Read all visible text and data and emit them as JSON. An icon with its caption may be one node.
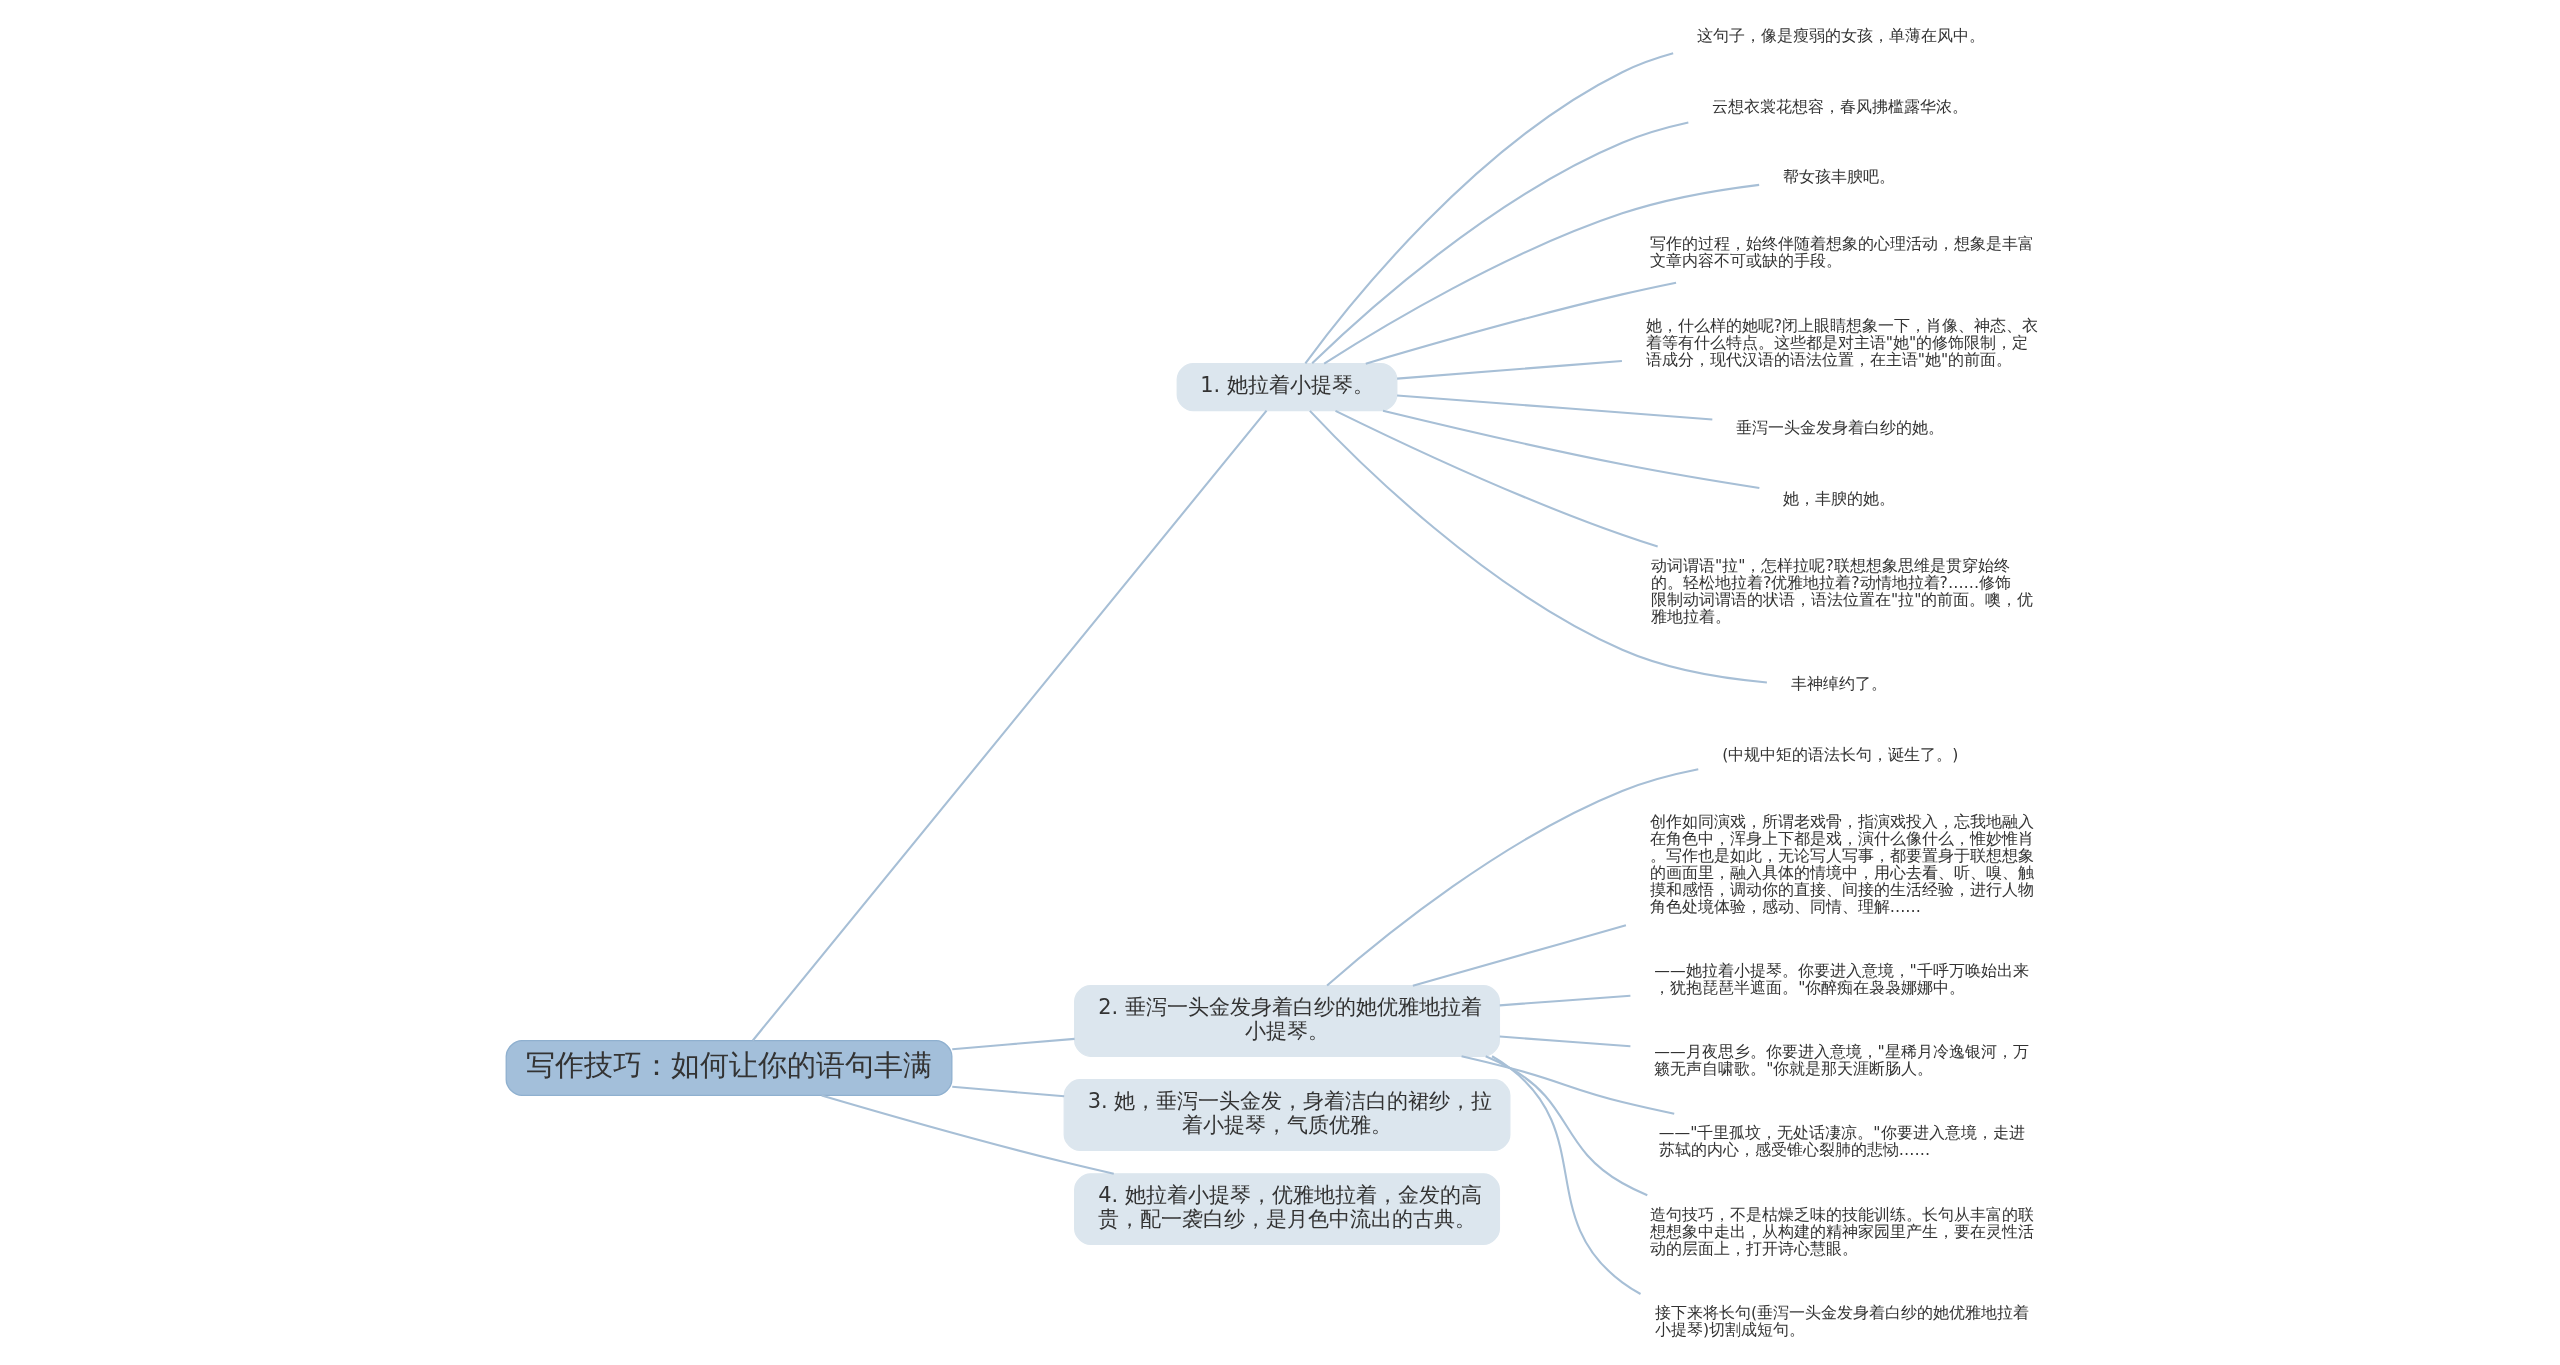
{
  "diagram": {
    "nodes": [
      {
        "text": [
          "写作技巧：如何让你的语句丰满"
        ]
      },
      {
        "text": [
          "1. 她拉着小提琴。"
        ]
      },
      {
        "text": [
          "这句子，像是瘦弱的女孩，单薄在风中。"
        ]
      },
      {
        "text": [
          "云想衣裳花想容，春风拂槛露华浓。"
        ]
      },
      {
        "text": [
          "帮女孩丰腴吧。"
        ]
      },
      {
        "text": [
          "写作的过程，始终伴随着想象的心理活动，想象是丰富文章内容不可或缺的手段。"
        ]
      },
      {
        "text": [
          "她，什么样的她呢?闭上眼睛想象一下，肖像、神态、衣着等有什么特点。这些都是对主语\"她\"的修饰限制，定语成分，现代汉语的语法位置，在主语\"她\"的前面。"
        ]
      },
      {
        "text": [
          "垂泻一头金发身着白纱的她。"
        ]
      },
      {
        "text": [
          "她，丰腴的她。"
        ]
      },
      {
        "text": [
          "动词谓语\"拉\"，怎样拉呢?联想想象思维是贯穿始终的。轻松地拉着?优雅地拉着?动情地拉着?……修饰限制动词谓语的状语，语法位置在\"拉\"的前面。噢，优雅地拉着。"
        ]
      },
      {
        "text": [
          "丰神绰约了。"
        ]
      },
      {
        "text": [
          "2. 垂泻一头金发身着白纱的她优雅地拉着小提琴。"
        ]
      },
      {
        "text": [
          "(中规中矩的语法长句，诞生了。)"
        ]
      },
      {
        "text": [
          "创作如同演戏，所谓老戏骨，指演戏投入，忘我地融入在角色中，浑身上下都是戏，演什么像什么，惟妙惟肖。写作也是如此，无论写人写事，都要置身于联想想象的画面里，融入具体的情境中，用心去看、听、嗅、触摸和感悟，调动你的直接、间接的生活经验，进行人物角色处境体验，感动、同情、理解……"
        ]
      },
      {
        "text": [
          "——她拉着小提琴。你要进入意境，\"千呼万唤始出来，犹抱琵琶半遮面。\"你醉痴在袅袅娜娜中。"
        ]
      },
      {
        "text": [
          "——月夜思乡。你要进入意境，\"星稀月冷逸银河，万籁无声自啸歌。\"你就是那天涯断肠人。"
        ]
      },
      {
        "text": [
          "——\"千里孤坟，无处话凄凉。\"你要进入意境，走进苏轼的内心，感受锥心裂肺的悲恸……"
        ]
      },
      {
        "text": [
          "造句技巧，不是枯燥乏味的技能训练。长句从丰富的联想想象中走出，从构建的精神家园里产生，要在灵性活动的层面上，打开诗心慧眼。"
        ]
      },
      {
        "text": [
          "接下来将长句(垂泻一头金发身着白纱的她优雅地拉着小提琴)切割成短句。"
        ]
      },
      {
        "text": [
          "3. 她，垂泻一头金发，身着洁白的裙纱，拉着小提琴，气质优雅。"
        ]
      },
      {
        "text": [
          "4. 她拉着小提琴，优雅地拉着，金发的高贵，配一袭白纱，是月色中流出的古典。"
        ]
      }
    ],
    "edges": [
      {
        "from": 0,
        "to": 1,
        "arrow": "none"
      },
      {
        "from": 1,
        "to": 2,
        "arrow": "none"
      },
      {
        "from": 1,
        "to": 3,
        "arrow": "none"
      },
      {
        "from": 1,
        "to": 4,
        "arrow": "none"
      },
      {
        "from": 1,
        "to": 5,
        "arrow": "none"
      },
      {
        "from": 1,
        "to": 6,
        "arrow": "none"
      },
      {
        "from": 1,
        "to": 7,
        "arrow": "none"
      },
      {
        "from": 1,
        "to": 8,
        "arrow": "none"
      },
      {
        "from": 1,
        "to": 9,
        "arrow": "none"
      },
      {
        "from": 1,
        "to": 10,
        "arrow": "none"
      },
      {
        "from": 0,
        "to": 11,
        "arrow": "none"
      },
      {
        "from": 11,
        "to": 12,
        "arrow": "none"
      },
      {
        "from": 11,
        "to": 13,
        "arrow": "none"
      },
      {
        "from": 11,
        "to": 14,
        "arrow": "none"
      },
      {
        "from": 11,
        "to": 15,
        "arrow": "none"
      },
      {
        "from": 11,
        "to": 16,
        "arrow": "none"
      },
      {
        "from": 11,
        "to": 17,
        "arrow": "none"
      },
      {
        "from": 11,
        "to": 18,
        "arrow": "none"
      },
      {
        "from": 0,
        "to": 19,
        "arrow": "none"
      },
      {
        "from": 0,
        "to": 20,
        "arrow": "none"
      }
    ]
  }
}
